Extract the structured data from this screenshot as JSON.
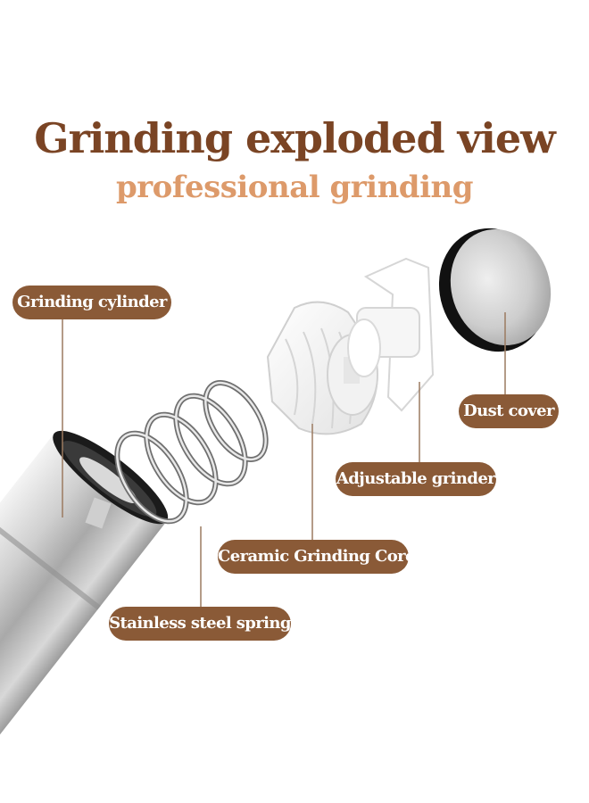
{
  "header": {
    "title": "Grinding exploded view",
    "subtitle": "professional grinding"
  },
  "labels": {
    "grinding_cylinder": "Grinding cylinder",
    "dust_cover": "Dust cover",
    "adjustable_grinder": "Adjustable grinder",
    "ceramic_core": "Ceramic Grinding Core",
    "stainless_spring": "Stainless steel spring"
  },
  "colors": {
    "title": "#7a4424",
    "subtitle": "#dd9a6a",
    "label_background": "#8a5a37",
    "label_text": "#ffffff"
  }
}
